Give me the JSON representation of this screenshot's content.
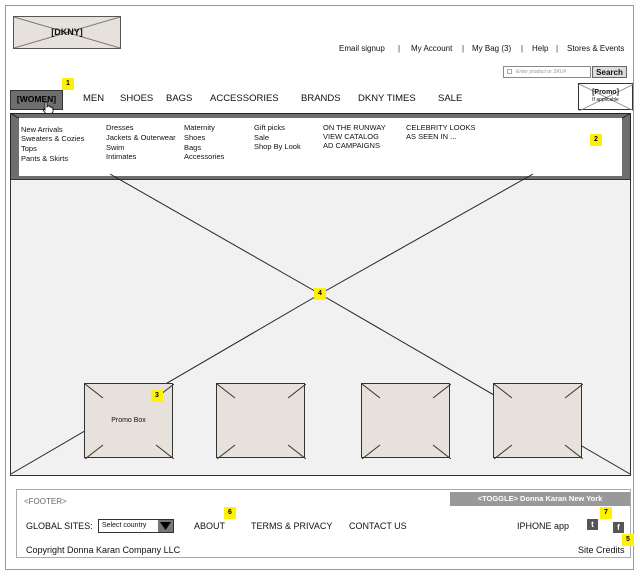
{
  "header": {
    "logo": "[DKNY]",
    "utility_links": [
      "Email signup",
      "My Account",
      "My Bag (3)",
      "Help",
      "Stores & Events"
    ],
    "search_placeholder": "Enter product or SKU#",
    "search_button": "Search"
  },
  "nav": {
    "active": "[WOMEN]",
    "items": [
      "MEN",
      "SHOES",
      "BAGS",
      "ACCESSORIES",
      "BRANDS",
      "DKNY TIMES",
      "SALE"
    ],
    "promo_title": "[Promo]",
    "promo_sub": "If applicable"
  },
  "mega_menu": {
    "col1": [
      "New Arrivals",
      "Sweaters & Cozies",
      "Tops",
      "Pants & Skirts"
    ],
    "col2": [
      "Dresses",
      "Jackets & Outerwear",
      "Swim",
      "Intimates"
    ],
    "col3": [
      "Maternity",
      "Shoes",
      "Bags",
      "Accessories"
    ],
    "col4": [
      "Gift picks",
      "Sale",
      "Shop By Look"
    ],
    "col5": [
      "ON THE RUNWAY",
      "VIEW CATALOG",
      "AD CAMPAIGNS"
    ],
    "col6": [
      "CELEBRITY LOOKS",
      "AS SEEN IN ..."
    ]
  },
  "hero": {
    "promo_box_label": "Promo Box"
  },
  "badges": [
    "1",
    "2",
    "3",
    "4",
    "5",
    "6",
    "7"
  ],
  "footer": {
    "tag": "<FOOTER>",
    "toggle": "<TOGGLE>  Donna Karan New York",
    "global_sites": "GLOBAL SITES:",
    "select_country": "Select country",
    "about": "ABOUT",
    "terms": "TERMS & PRIVACY",
    "contact": "CONTACT US",
    "iphone": "IPHONE app",
    "twitter_glyph": "t",
    "facebook_glyph": "f",
    "copyright": "Copyright Donna Karan Company LLC",
    "site_credits": "Site Credits"
  },
  "colors": {
    "badge": "#fff200",
    "nav_active": "#6e6e6e",
    "placeholder_fill": "#e6e1da"
  }
}
